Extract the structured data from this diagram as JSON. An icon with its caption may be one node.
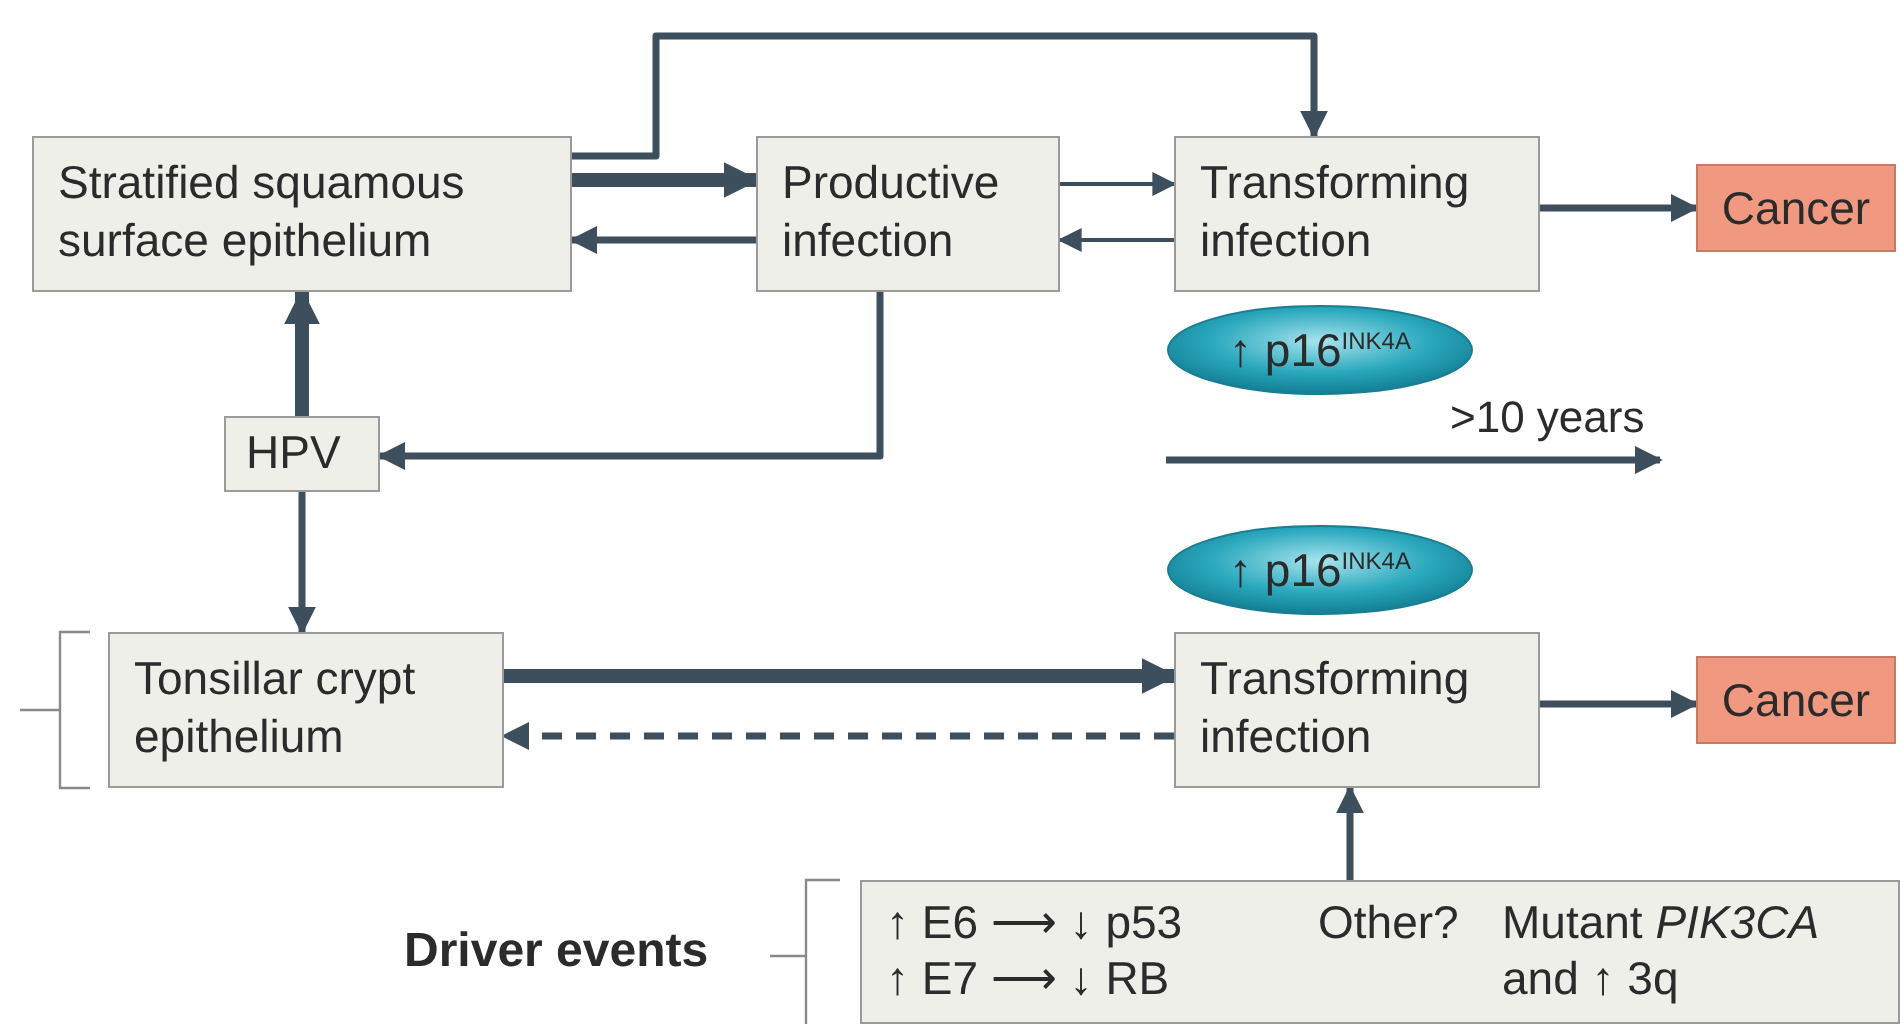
{
  "diagram": {
    "nodes": [
      {
        "text": [
          "Stratified squamous surface epithelium"
        ]
      },
      {
        "text": [
          "Productive infection"
        ]
      },
      {
        "text": [
          "Transforming infection"
        ]
      },
      {
        "text": [
          "Cancer"
        ]
      },
      {
        "text": [
          "↑ p16$^{INK4A}$"
        ]
      },
      {
        "text": [
          "HPV"
        ]
      },
      {
        "text": [
          "↑ p16$^{INK4A}$"
        ]
      },
      {
        "text": [
          "Tonsillar crypt epithelium"
        ]
      },
      {
        "text": [
          "Transforming infection"
        ]
      },
      {
        "text": [
          "Cancer"
        ]
      },
      {
        "text": [
          "↑ E6 ⟶ ↓ p53",
          "↑ E7 ⟶ ↓ RB",
          "Other?",
          "Mutant *PIK3CA* and ↑ 3q"
        ]
      }
    ],
    "edges": [
      {
        "from": 0,
        "to": 1,
        "arrow": "to",
        "style": "thick"
      },
      {
        "from": 1,
        "to": 0,
        "arrow": "to"
      },
      {
        "from": 1,
        "to": 2,
        "arrow": "to"
      },
      {
        "from": 2,
        "to": 1,
        "arrow": "to"
      },
      {
        "from": 2,
        "to": 3,
        "arrow": "to"
      },
      {
        "from": 0,
        "to": 2,
        "arrow": "to"
      },
      {
        "from": 1,
        "to": 5,
        "arrow": "to"
      },
      {
        "from": 5,
        "to": 0,
        "arrow": "to",
        "style": "thick"
      },
      {
        "from": 5,
        "to": 7,
        "arrow": "to"
      },
      {
        "from": 7,
        "to": 8,
        "arrow": "to",
        "style": "thick"
      },
      {
        "from": 8,
        "to": 7,
        "arrow": "to",
        "style": "dashed"
      },
      {
        "from": 8,
        "to": 9,
        "arrow": "to"
      },
      {
        "from": 10,
        "to": 8,
        "arrow": "to"
      }
    ],
    "labels": [
      ">10 years",
      "Driver events"
    ]
  }
}
